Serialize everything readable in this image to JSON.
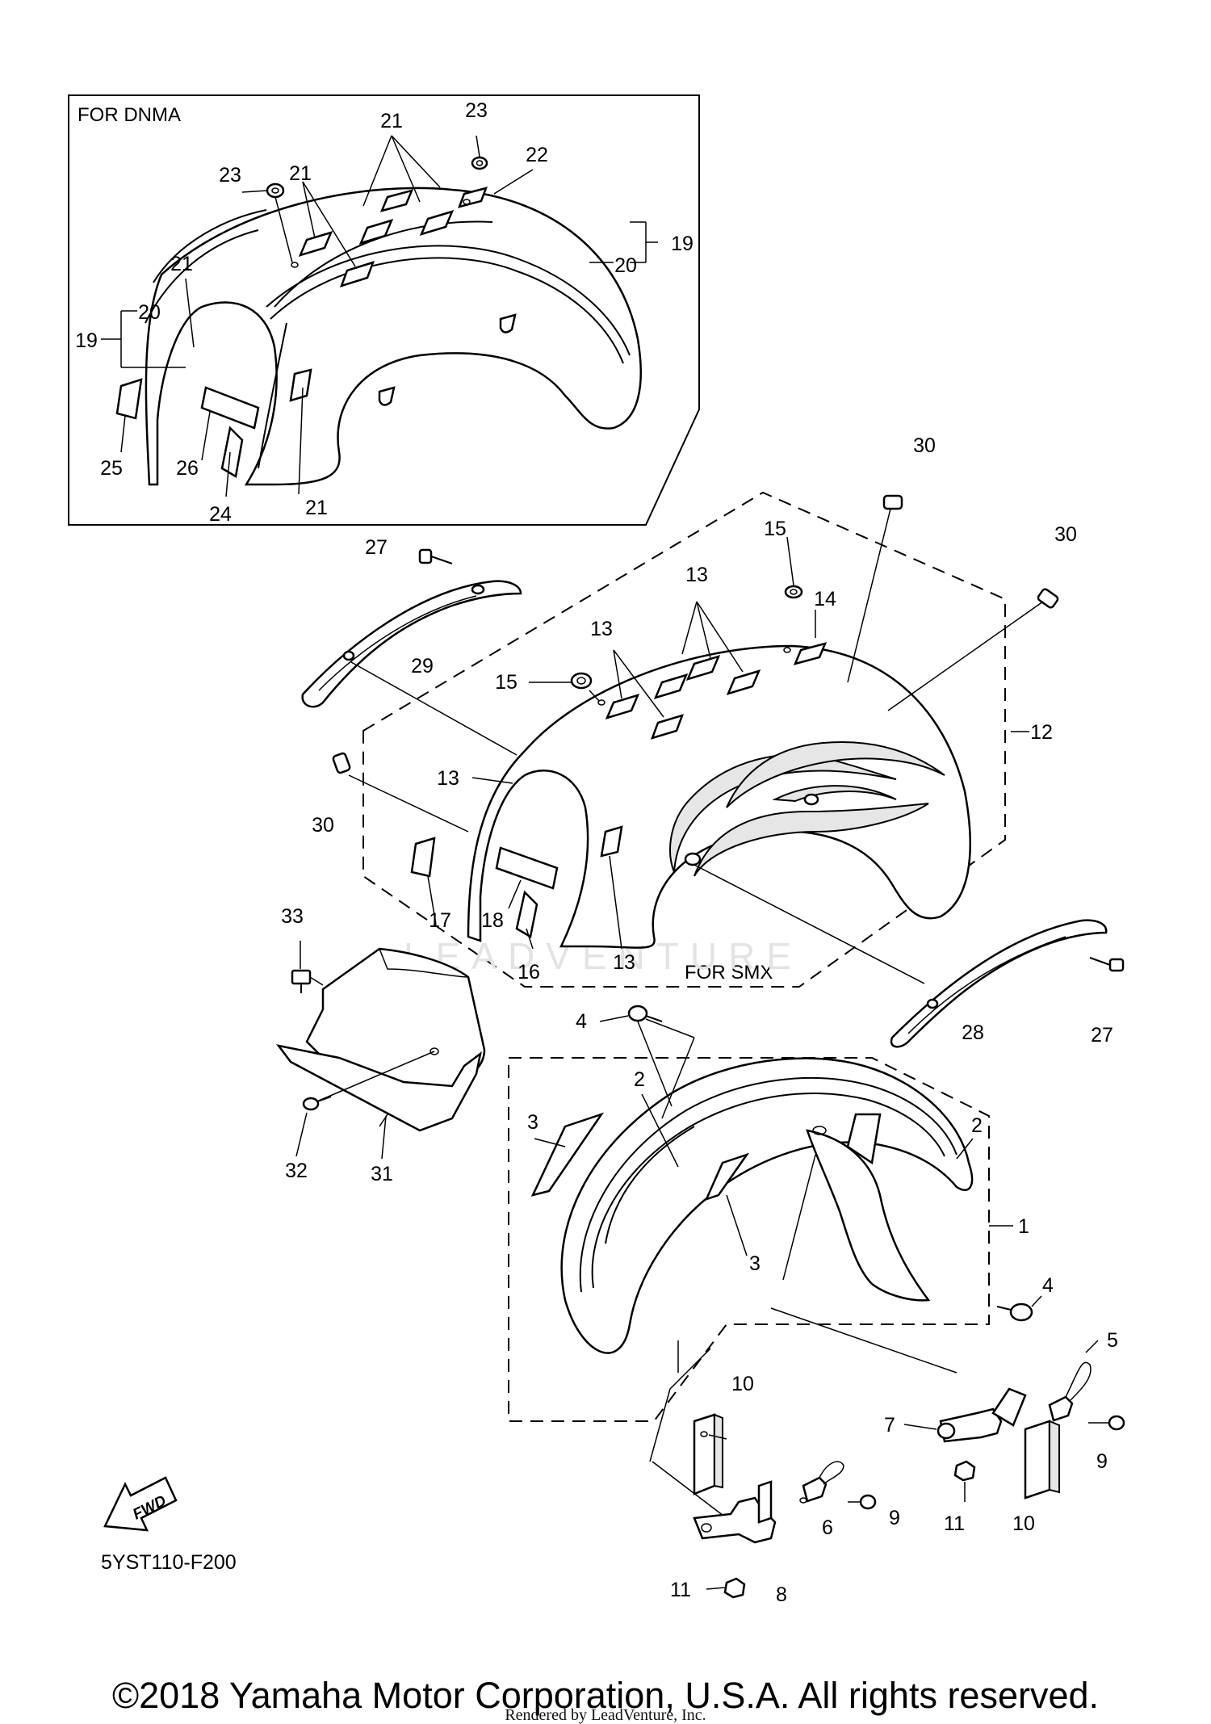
{
  "diagram": {
    "inset_title": "FOR DNMA",
    "smx_title": "FOR SMX",
    "code": "5YST110-F200",
    "fwd_label": "FWD",
    "watermark": "LEADVENTURE",
    "copyright": "©2018 Yamaha Motor Corporation, U.S.A. All rights reserved.",
    "rendered_by": "Rendered by LeadVenture, Inc.",
    "callouts": {
      "dnma": [
        "21",
        "23",
        "23",
        "21",
        "22",
        "19",
        "20",
        "21",
        "20",
        "19",
        "25",
        "26",
        "24",
        "21"
      ],
      "smx": [
        "30",
        "27",
        "15",
        "30",
        "13",
        "14",
        "13",
        "29",
        "15",
        "12",
        "13",
        "30",
        "17",
        "18",
        "16",
        "13",
        "33",
        "28",
        "27"
      ],
      "front": [
        "4",
        "2",
        "3",
        "2",
        "1",
        "3",
        "32",
        "31",
        "4",
        "5",
        "10",
        "7",
        "9",
        "11",
        "10",
        "6",
        "9",
        "11",
        "8"
      ]
    }
  }
}
